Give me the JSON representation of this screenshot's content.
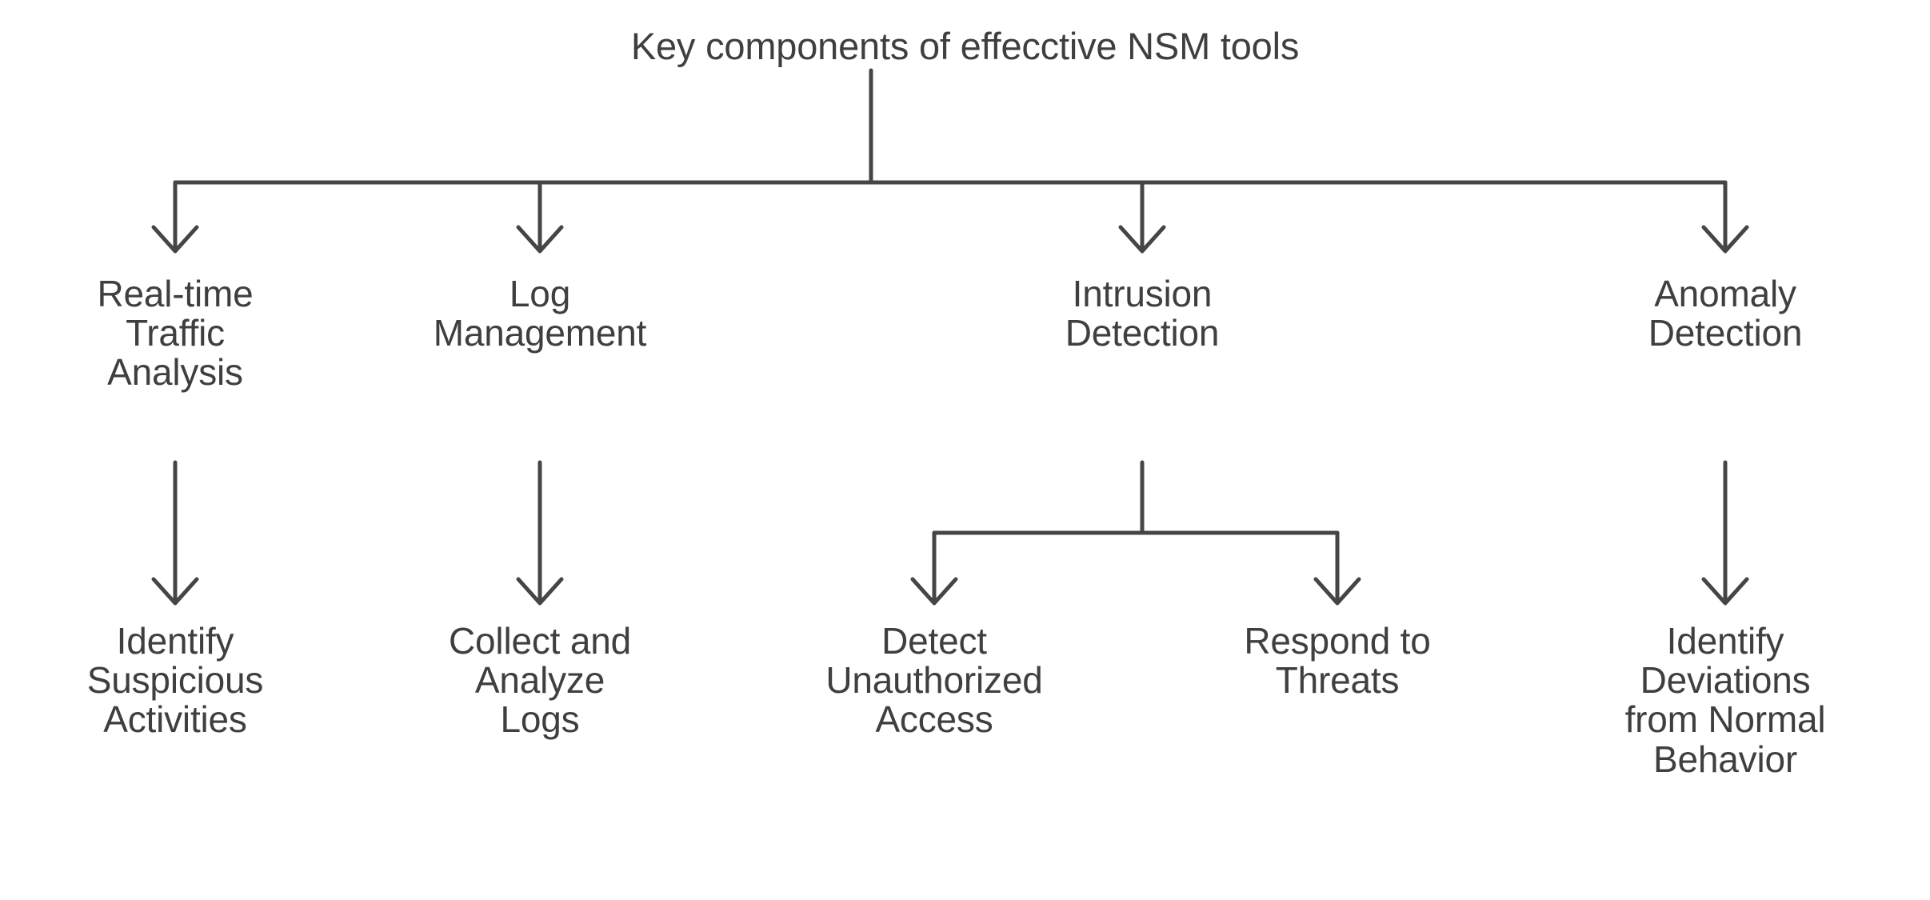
{
  "diagram": {
    "title": "Key components of effecctive NSM tools",
    "type": "flowchart",
    "orientation": "top-down",
    "background_color": "#ffffff",
    "stroke_color": "#454545",
    "text_color": "#3f3f3f",
    "arrowhead_style": "open-chevron",
    "nodes": {
      "root": "Key components of effecctive NSM tools",
      "level2": [
        "Real-time\nTraffic\nAnalysis",
        "Log\nManagement",
        "Intrusion\nDetection",
        "Anomaly\nDetection"
      ],
      "level3": [
        "Identify\nSuspicious\nActivities",
        "Collect and\nAnalyze\nLogs",
        "Detect\nUnauthorized\nAccess",
        "Respond to\nThreats",
        "Identify\nDeviations\nfrom Normal\nBehavior"
      ]
    },
    "edges": [
      {
        "from": "Key components of effecctive NSM tools",
        "to": "Real-time Traffic Analysis"
      },
      {
        "from": "Key components of effecctive NSM tools",
        "to": "Log Management"
      },
      {
        "from": "Key components of effecctive NSM tools",
        "to": "Intrusion Detection"
      },
      {
        "from": "Key components of effecctive NSM tools",
        "to": "Anomaly Detection"
      },
      {
        "from": "Real-time Traffic Analysis",
        "to": "Identify Suspicious Activities"
      },
      {
        "from": "Log Management",
        "to": "Collect and Analyze Logs"
      },
      {
        "from": "Intrusion Detection",
        "to": "Detect Unauthorized Access"
      },
      {
        "from": "Intrusion Detection",
        "to": "Respond to Threats"
      },
      {
        "from": "Anomaly Detection",
        "to": "Identify Deviations from Normal Behavior"
      }
    ]
  }
}
